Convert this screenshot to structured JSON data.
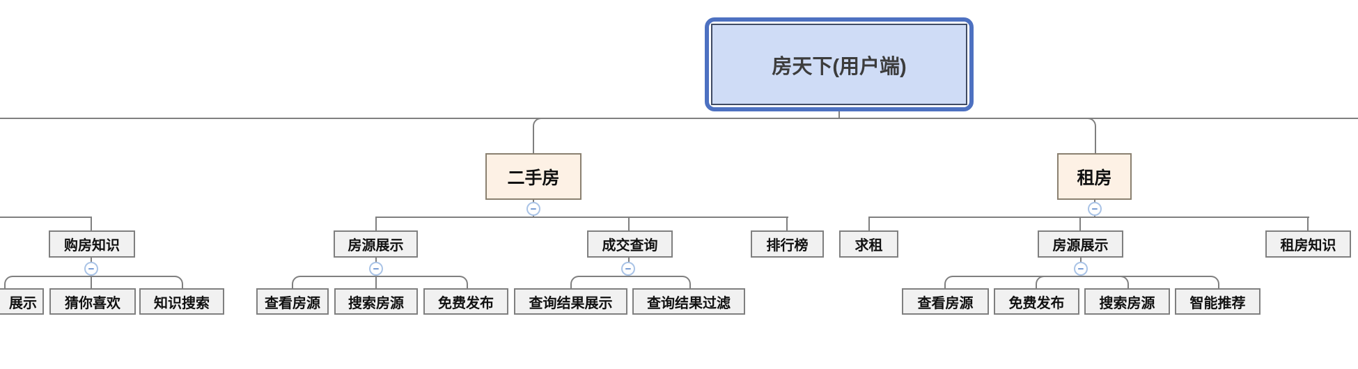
{
  "app": {
    "type": "mind-map-canvas",
    "layout": "org-chart-tree"
  },
  "colors": {
    "root_fill": "#cfdcf6",
    "root_inner_border": "#3f4a63",
    "root_outer_border": "#4d71c1",
    "branch_fill": "#fdf1e5",
    "branch_border": "#8a8070",
    "topic_fill": "#f1f1f1",
    "topic_border": "#7f7f7f",
    "connector": "#7f7f7f",
    "collapse_border": "#a9c3e6",
    "collapse_glyph_color": "#5c88cc",
    "text": "#111111"
  },
  "icons": {
    "collapse_glyph": "−",
    "collapse_meaning": "collapse-branch"
  },
  "nodes": {
    "root": {
      "label": "房天下(用户端)"
    },
    "ershoufang": {
      "label": "二手房"
    },
    "zufang": {
      "label": "租房"
    },
    "goufang_zhishi": {
      "label": "购房知识"
    },
    "fangyuan_zhanshi_esf": {
      "label": "房源展示"
    },
    "chengjiao_chaxun": {
      "label": "成交查询"
    },
    "paihangbang": {
      "label": "排行榜"
    },
    "qiuzu": {
      "label": "求租"
    },
    "fangyuan_zhanshi_zf": {
      "label": "房源展示"
    },
    "zufang_zhishi": {
      "label": "租房知识"
    },
    "zhanshi_cut": {
      "label": "展示"
    },
    "cainixihuan": {
      "label": "猜你喜欢"
    },
    "zhishi_sousuo": {
      "label": "知识搜索"
    },
    "chakan_fangyuan_esf": {
      "label": "查看房源"
    },
    "sousuo_fangyuan_esf": {
      "label": "搜索房源"
    },
    "mianfei_fabu_esf": {
      "label": "免费发布"
    },
    "chaxun_jieguo_zhanshi": {
      "label": "查询结果展示"
    },
    "chaxun_jieguo_guolv": {
      "label": "查询结果过滤"
    },
    "chakan_fangyuan_zf": {
      "label": "查看房源"
    },
    "mianfei_fabu_zf": {
      "label": "免费发布"
    },
    "sousuo_fangyuan_zf": {
      "label": "搜索房源"
    },
    "zhineng_tuijian": {
      "label": "智能推荐"
    }
  },
  "hierarchy": {
    "房天下(用户端)": {
      "二手房": {
        "房源展示": [
          "查看房源",
          "搜索房源",
          "免费发布"
        ],
        "成交查询": [
          "查询结果展示",
          "查询结果过滤"
        ],
        "排行榜": []
      },
      "租房": {
        "求租": [],
        "房源展示": [
          "查看房源",
          "免费发布",
          "搜索房源",
          "智能推荐"
        ],
        "租房知识": []
      },
      "…(clipped-left)": {
        "购房知识": [
          "…展示",
          "猜你喜欢",
          "知识搜索"
        ]
      }
    }
  }
}
